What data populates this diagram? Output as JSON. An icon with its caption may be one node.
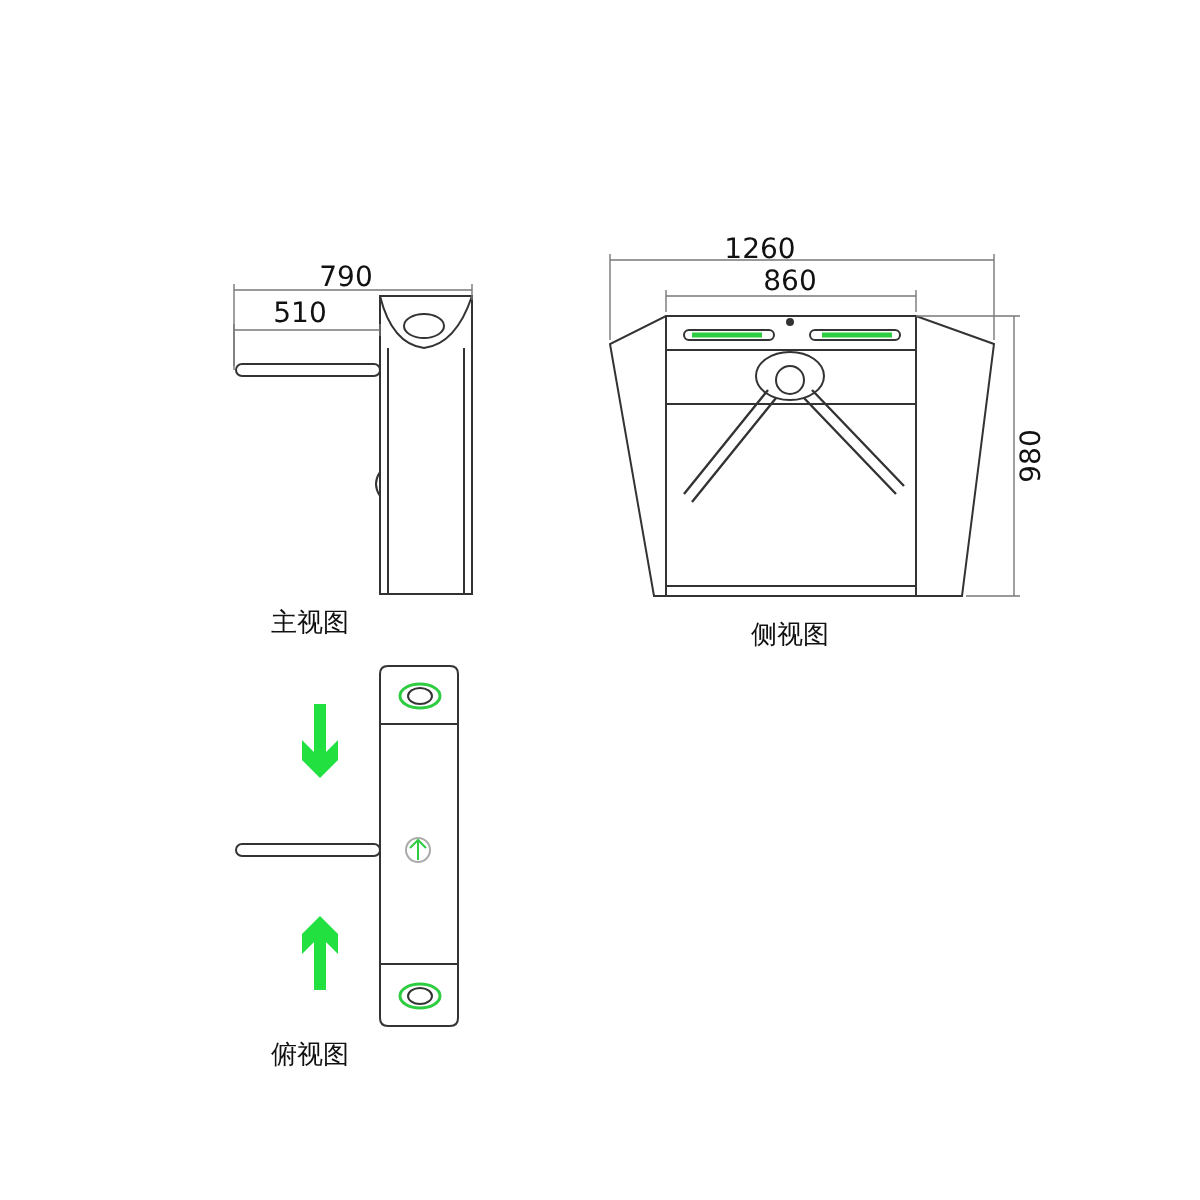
{
  "diagram": {
    "labels": [
      "1260",
      "790",
      "860",
      "510",
      "980",
      "主视图",
      "侧视图",
      "俯视图"
    ]
  }
}
